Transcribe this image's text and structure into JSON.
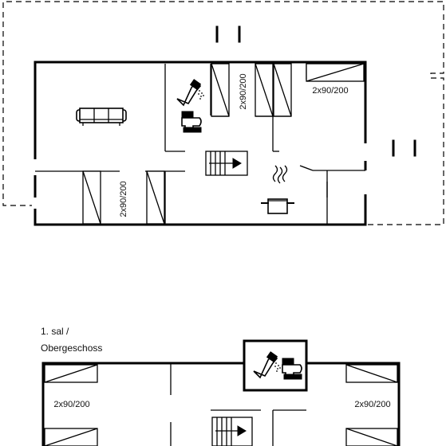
{
  "upper_floor_label": [
    "1. sal /",
    "Obergeschoss"
  ],
  "bed_labels": {
    "ground_top_right": "2x90/200",
    "ground_top_middle": "2x90/200",
    "ground_left": "2x90/200",
    "upper_left": "2x90/200",
    "upper_right": "2x90/200"
  },
  "icons": [
    "sofa-icon",
    "shower-icon",
    "toilet-icon",
    "stairs-up-icon",
    "cooking-pot-icon"
  ]
}
